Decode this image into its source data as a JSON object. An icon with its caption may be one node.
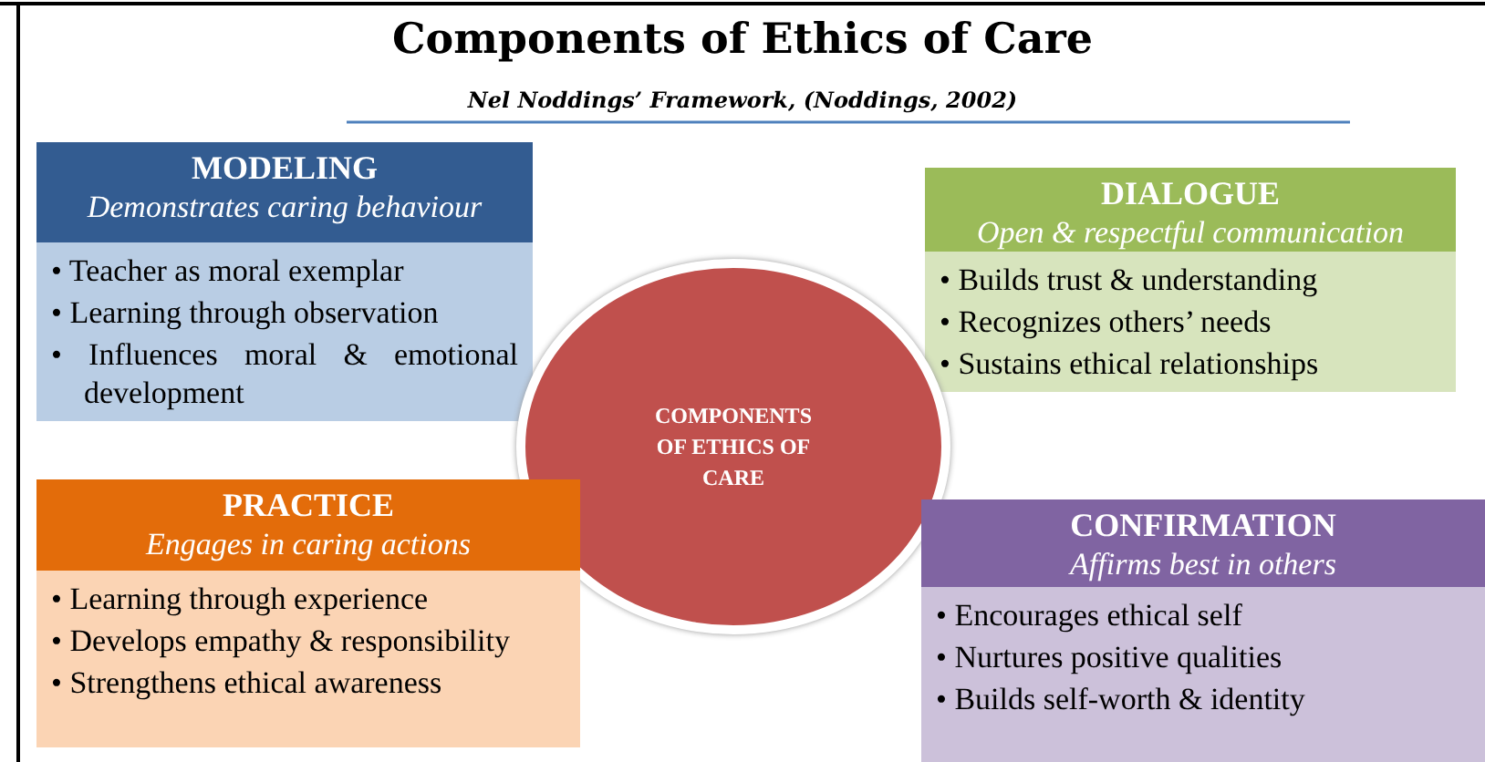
{
  "diagram": {
    "title": "Components of Ethics of Care",
    "nodes": [
      {
        "text": [
          "MODELING",
          "Demonstrates caring behaviour",
          "• Teacher as moral exemplar",
          "• Learning through observation",
          "• Influences moral & emotional development"
        ]
      },
      {
        "text": [
          "DIALOGUE",
          "Open & respectful communication",
          "• Builds trust & understanding",
          "• Recognizes others’ needs",
          "• Sustains ethical relationships"
        ]
      },
      {
        "text": [
          "COMPONENTS OF ETHICS OF CARE"
        ]
      },
      {
        "text": [
          "PRACTICE",
          "Engages in caring actions",
          "• Learning through experience",
          "• Develops empathy & responsibility",
          "• Strengthens ethical awareness"
        ]
      },
      {
        "text": [
          "CONFIRMATION",
          "Affirms best in others",
          "• Encourages ethical self",
          "• Nurtures positive qualities",
          "• Builds self-worth & identity"
        ]
      }
    ],
    "labels": [
      "Nel Noddings’ Framework, (Noddings, 2002)"
    ]
  }
}
